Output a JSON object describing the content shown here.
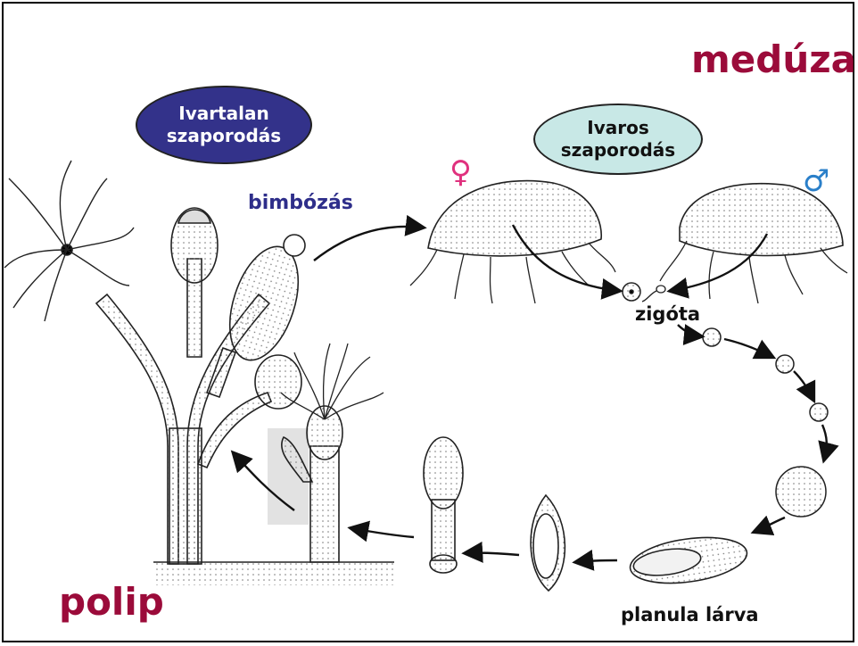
{
  "titles": {
    "medusa": "medúza",
    "polyp": "polip"
  },
  "ovals": {
    "asexual_line1": "Ivartalan",
    "asexual_line2": "szaporodás",
    "sexual_line1": "Ivaros",
    "sexual_line2": "szaporodás"
  },
  "labels": {
    "budding": "bimbózás",
    "zygote": "zigóta",
    "planula": "planula lárva"
  },
  "symbols": {
    "female": "♀",
    "male": "♂"
  },
  "colors": {
    "title": "#9b0b3a",
    "budding_text": "#2e2e8a",
    "asexual_oval": "#33328a",
    "sexual_oval": "#c8e8e6",
    "female": "#e0317e",
    "male": "#2a7fc9"
  }
}
